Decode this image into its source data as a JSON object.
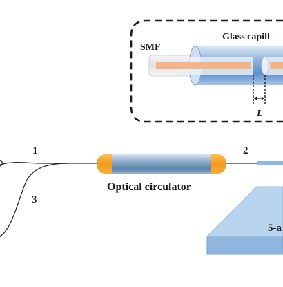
{
  "inset": {
    "fiber_label": "SMF",
    "capillary_label": "Glass capill",
    "gap_label": "L"
  },
  "circulator": {
    "label": "Optical circulator",
    "port_1": "1",
    "port_2": "2",
    "port_3": "3"
  },
  "stage": {
    "label": "5-a"
  },
  "colors": {
    "fiber_core": "#f3b48c",
    "capillary": "#7aa6d8",
    "circulator_cap": "#f39a1e",
    "circulator_body": "#8fb0cf",
    "stage_face": "#a9cbe9"
  }
}
